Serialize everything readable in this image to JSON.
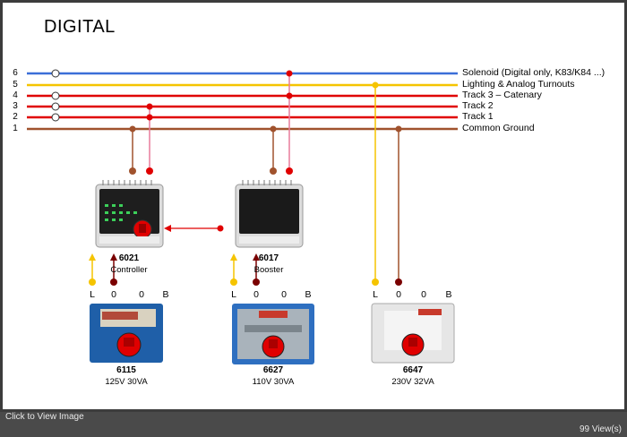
{
  "title": "DIGITAL",
  "lines": [
    {
      "number": "6",
      "label": "Solenoid (Digital only, K83/K84 ...)",
      "color": "#3b6fd8"
    },
    {
      "number": "5",
      "label": "Lighting & Analog Turnouts",
      "color": "#f5c400"
    },
    {
      "number": "4",
      "label": "Track 3 – Catenary",
      "color": "#e00000"
    },
    {
      "number": "3",
      "label": "Track 2",
      "color": "#e00000"
    },
    {
      "number": "2",
      "label": "Track 1",
      "color": "#e00000"
    },
    {
      "number": "1",
      "label": "Common Ground",
      "color": "#a0522d"
    }
  ],
  "devices": {
    "controller": {
      "number": "6021",
      "desc": "Controller"
    },
    "booster": {
      "number": "6017",
      "desc": "Booster"
    },
    "transformer_a": {
      "number": "6115",
      "desc": "125V 30VA"
    },
    "transformer_b": {
      "number": "6627",
      "desc": "110V 30VA"
    },
    "transformer_c": {
      "number": "6647",
      "desc": "230V 32VA"
    }
  },
  "terminals": [
    "L",
    "0",
    "0",
    "B"
  ],
  "footer": {
    "click_label": "Click to View Image",
    "views": "99 View(s)"
  },
  "colors": {
    "red": "#e00000",
    "yellow": "#f5c400",
    "brown": "#a0522d",
    "dark_red": "#7a0000",
    "blue": "#3b6fd8"
  }
}
